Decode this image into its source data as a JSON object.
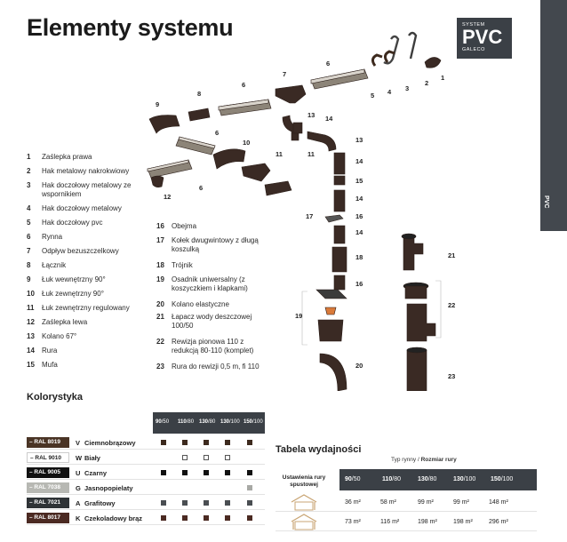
{
  "page": {
    "title": "Elementy systemu",
    "badge": {
      "line1": "SYSTEM",
      "line2": "PVC",
      "line3": "GALECO"
    },
    "side_tab": "PVC"
  },
  "legend_left": [
    {
      "num": "1",
      "text": "Zaślepka prawa"
    },
    {
      "num": "2",
      "text": "Hak metalowy nakrokwiowy"
    },
    {
      "num": "3",
      "text": "Hak doczołowy metalowy ze wspornikiem"
    },
    {
      "num": "4",
      "text": "Hak doczołowy metalowy"
    },
    {
      "num": "5",
      "text": "Hak doczołowy pvc"
    },
    {
      "num": "6",
      "text": "Rynna"
    },
    {
      "num": "7",
      "text": "Odpływ bezuszczelkowy"
    },
    {
      "num": "8",
      "text": "Łącznik"
    },
    {
      "num": "9",
      "text": "Łuk wewnętrzny 90°"
    },
    {
      "num": "10",
      "text": "Łuk zewnętrzny 90°"
    },
    {
      "num": "11",
      "text": "Łuk zewnętrzny regulowany"
    },
    {
      "num": "12",
      "text": "Zaślepka lewa"
    },
    {
      "num": "13",
      "text": "Kolano 67°"
    },
    {
      "num": "14",
      "text": "Rura"
    },
    {
      "num": "15",
      "text": "Mufa"
    }
  ],
  "legend_right": [
    {
      "num": "16",
      "text": "Obejma"
    },
    {
      "num": "17",
      "text": "Kołek dwugwintowy z długą koszulką"
    },
    {
      "num": "18",
      "text": "Trójnik"
    },
    {
      "num": "19",
      "text": "Osadnik uniwersalny (z koszyczkiem i klapkami)"
    },
    {
      "num": "20",
      "text": "Kolano elastyczne"
    },
    {
      "num": "21",
      "text": "Łapacz wody deszczowej 100/50"
    },
    {
      "num": "22",
      "text": "Rewizja pionowa 110 z redukcją 80-110 (komplet)"
    },
    {
      "num": "23",
      "text": "Rura do rewizji 0,5 m, fi 110"
    }
  ],
  "diagram_labels": [
    "1",
    "2",
    "3",
    "4",
    "5",
    "6",
    "6",
    "6",
    "7",
    "8",
    "9",
    "10",
    "11",
    "11",
    "12",
    "13",
    "13",
    "14",
    "14",
    "14",
    "14",
    "15",
    "16",
    "16",
    "17",
    "18",
    "19",
    "20",
    "21",
    "22",
    "23",
    "6"
  ],
  "colours": {
    "title": "Kolorystyka",
    "sizes": [
      {
        "a": "90",
        "b": "/50"
      },
      {
        "a": "110",
        "b": "/80"
      },
      {
        "a": "130",
        "b": "/80"
      },
      {
        "a": "130",
        "b": "/100"
      },
      {
        "a": "150",
        "b": "/100"
      }
    ],
    "rows": [
      {
        "ral": "RAL 8019",
        "code": "V",
        "name": "Ciemnobrązowy",
        "color": "#4a3425",
        "text_color": "#ffffff",
        "marks": [
          1,
          1,
          1,
          1,
          1
        ],
        "mark_color": "#3d2a1e",
        "hollow": false
      },
      {
        "ral": "RAL 9010",
        "code": "W",
        "name": "Biały",
        "color": "#ffffff",
        "text_color": "#222222",
        "marks": [
          0,
          1,
          1,
          1,
          0
        ],
        "mark_color": "#555555",
        "hollow": true
      },
      {
        "ral": "RAL 9005",
        "code": "U",
        "name": "Czarny",
        "color": "#111111",
        "text_color": "#ffffff",
        "marks": [
          1,
          1,
          1,
          1,
          1
        ],
        "mark_color": "#111111",
        "hollow": false
      },
      {
        "ral": "RAL 7038",
        "code": "G",
        "name": "Jasnopopielaty",
        "color": "#b7b8b3",
        "text_color": "#ffffff",
        "marks": [
          0,
          0,
          0,
          0,
          1
        ],
        "mark_color": "#a8a9a5",
        "hollow": false
      },
      {
        "ral": "RAL 7021",
        "code": "A",
        "name": "Grafitowy",
        "color": "#2f3336",
        "text_color": "#ffffff",
        "marks": [
          1,
          1,
          1,
          1,
          1
        ],
        "mark_color": "#4a4e52",
        "hollow": false
      },
      {
        "ral": "RAL 8017",
        "code": "K",
        "name": "Czekoladowy brąz",
        "color": "#4b2a22",
        "text_color": "#ffffff",
        "marks": [
          1,
          1,
          1,
          1,
          1
        ],
        "mark_color": "#4b2a22",
        "hollow": false
      }
    ]
  },
  "performance": {
    "title": "Tabela wydajności",
    "type_label_a": "Typ rynny /",
    "type_label_b": "Rozmiar rury",
    "setting_label": "Ustawienia rury spustowej",
    "sizes": [
      {
        "a": "90",
        "b": "/50"
      },
      {
        "a": "110",
        "b": "/80"
      },
      {
        "a": "130",
        "b": "/80"
      },
      {
        "a": "130",
        "b": "/100"
      },
      {
        "a": "150",
        "b": "/100"
      }
    ],
    "rows": [
      [
        "36 m²",
        "58 m²",
        "99 m²",
        "99 m²",
        "148 m²"
      ],
      [
        "73 m²",
        "116 m²",
        "198 m²",
        "198 m²",
        "296 m²"
      ]
    ]
  }
}
